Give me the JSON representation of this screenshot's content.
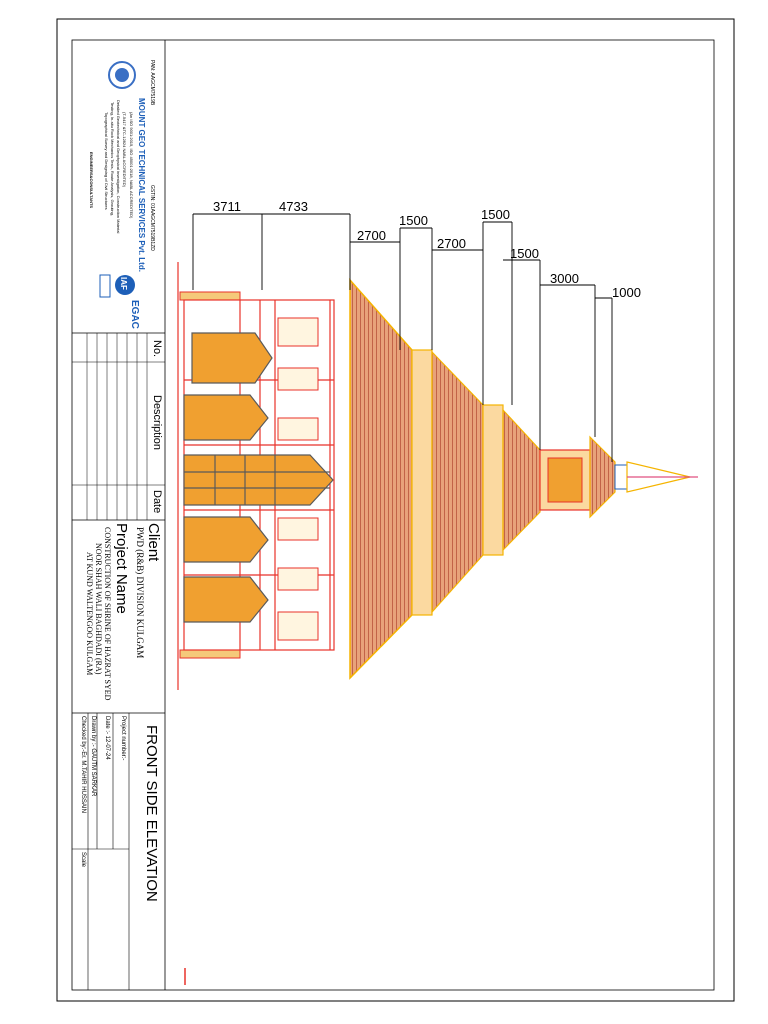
{
  "company": {
    "pan": "PAN: AAGCM7519B",
    "gstin": "GSTIN: 01AAGCM7519B1ZD",
    "name": "MOUNT GEO TECHNICAL SERVICES Pvt. Ltd.",
    "iso": "(An ISO 9001:2015, ISO 45001:2018, NABL ACCREDITED)",
    "lab": "(T-5417 &TC-12824 NABL ACCREDITED)",
    "services_1": "Detailed Geotechnical and Geophysical investigation, Construction Material",
    "services_2": "Testing, In-situ Rock Mechanics Tests, Route Analysis, Grouting,",
    "services_3": "Topographical Survey and Designing of Civil Structures",
    "footer": "ENGINEERS&CONSULTANTS",
    "logos": [
      "IAF",
      "EGAC"
    ]
  },
  "revision_table": {
    "headers": [
      "No.",
      "Description",
      "Date"
    ]
  },
  "client": {
    "label": "Client",
    "value": "PWD (R&B) DIVISION KULGAM",
    "project_label": "Project Name",
    "project_line1": "CONSTRUCTION OF SHRINE OF HAZRAT SYED",
    "project_line2": "NOOR SHAH WALI BAGHDADI (RA)",
    "project_line3": "AT KUND WALTENGOO KULGAM"
  },
  "title_block": {
    "drawing_title": "FRONT SIDE ELEVATION",
    "project_number": "Project number:-",
    "date": "Date :- 12-07-24",
    "drawn_by": "Drawn by :- GAUTM SARKAR",
    "checked_by": "Checked by:-Er. M.TAHIR HUSSAIN",
    "scale": "Scale"
  },
  "dimensions": {
    "d1": "3711",
    "d2": "4733",
    "d3": "2700",
    "d4": "1500",
    "d5": "2700",
    "d6": "1500",
    "d7": "1500",
    "d8": "3000",
    "d9": "1000"
  },
  "colors": {
    "roof": "#b8533a",
    "window": "#f0a030",
    "frame": "#e8322a",
    "trim": "#f5b400"
  }
}
